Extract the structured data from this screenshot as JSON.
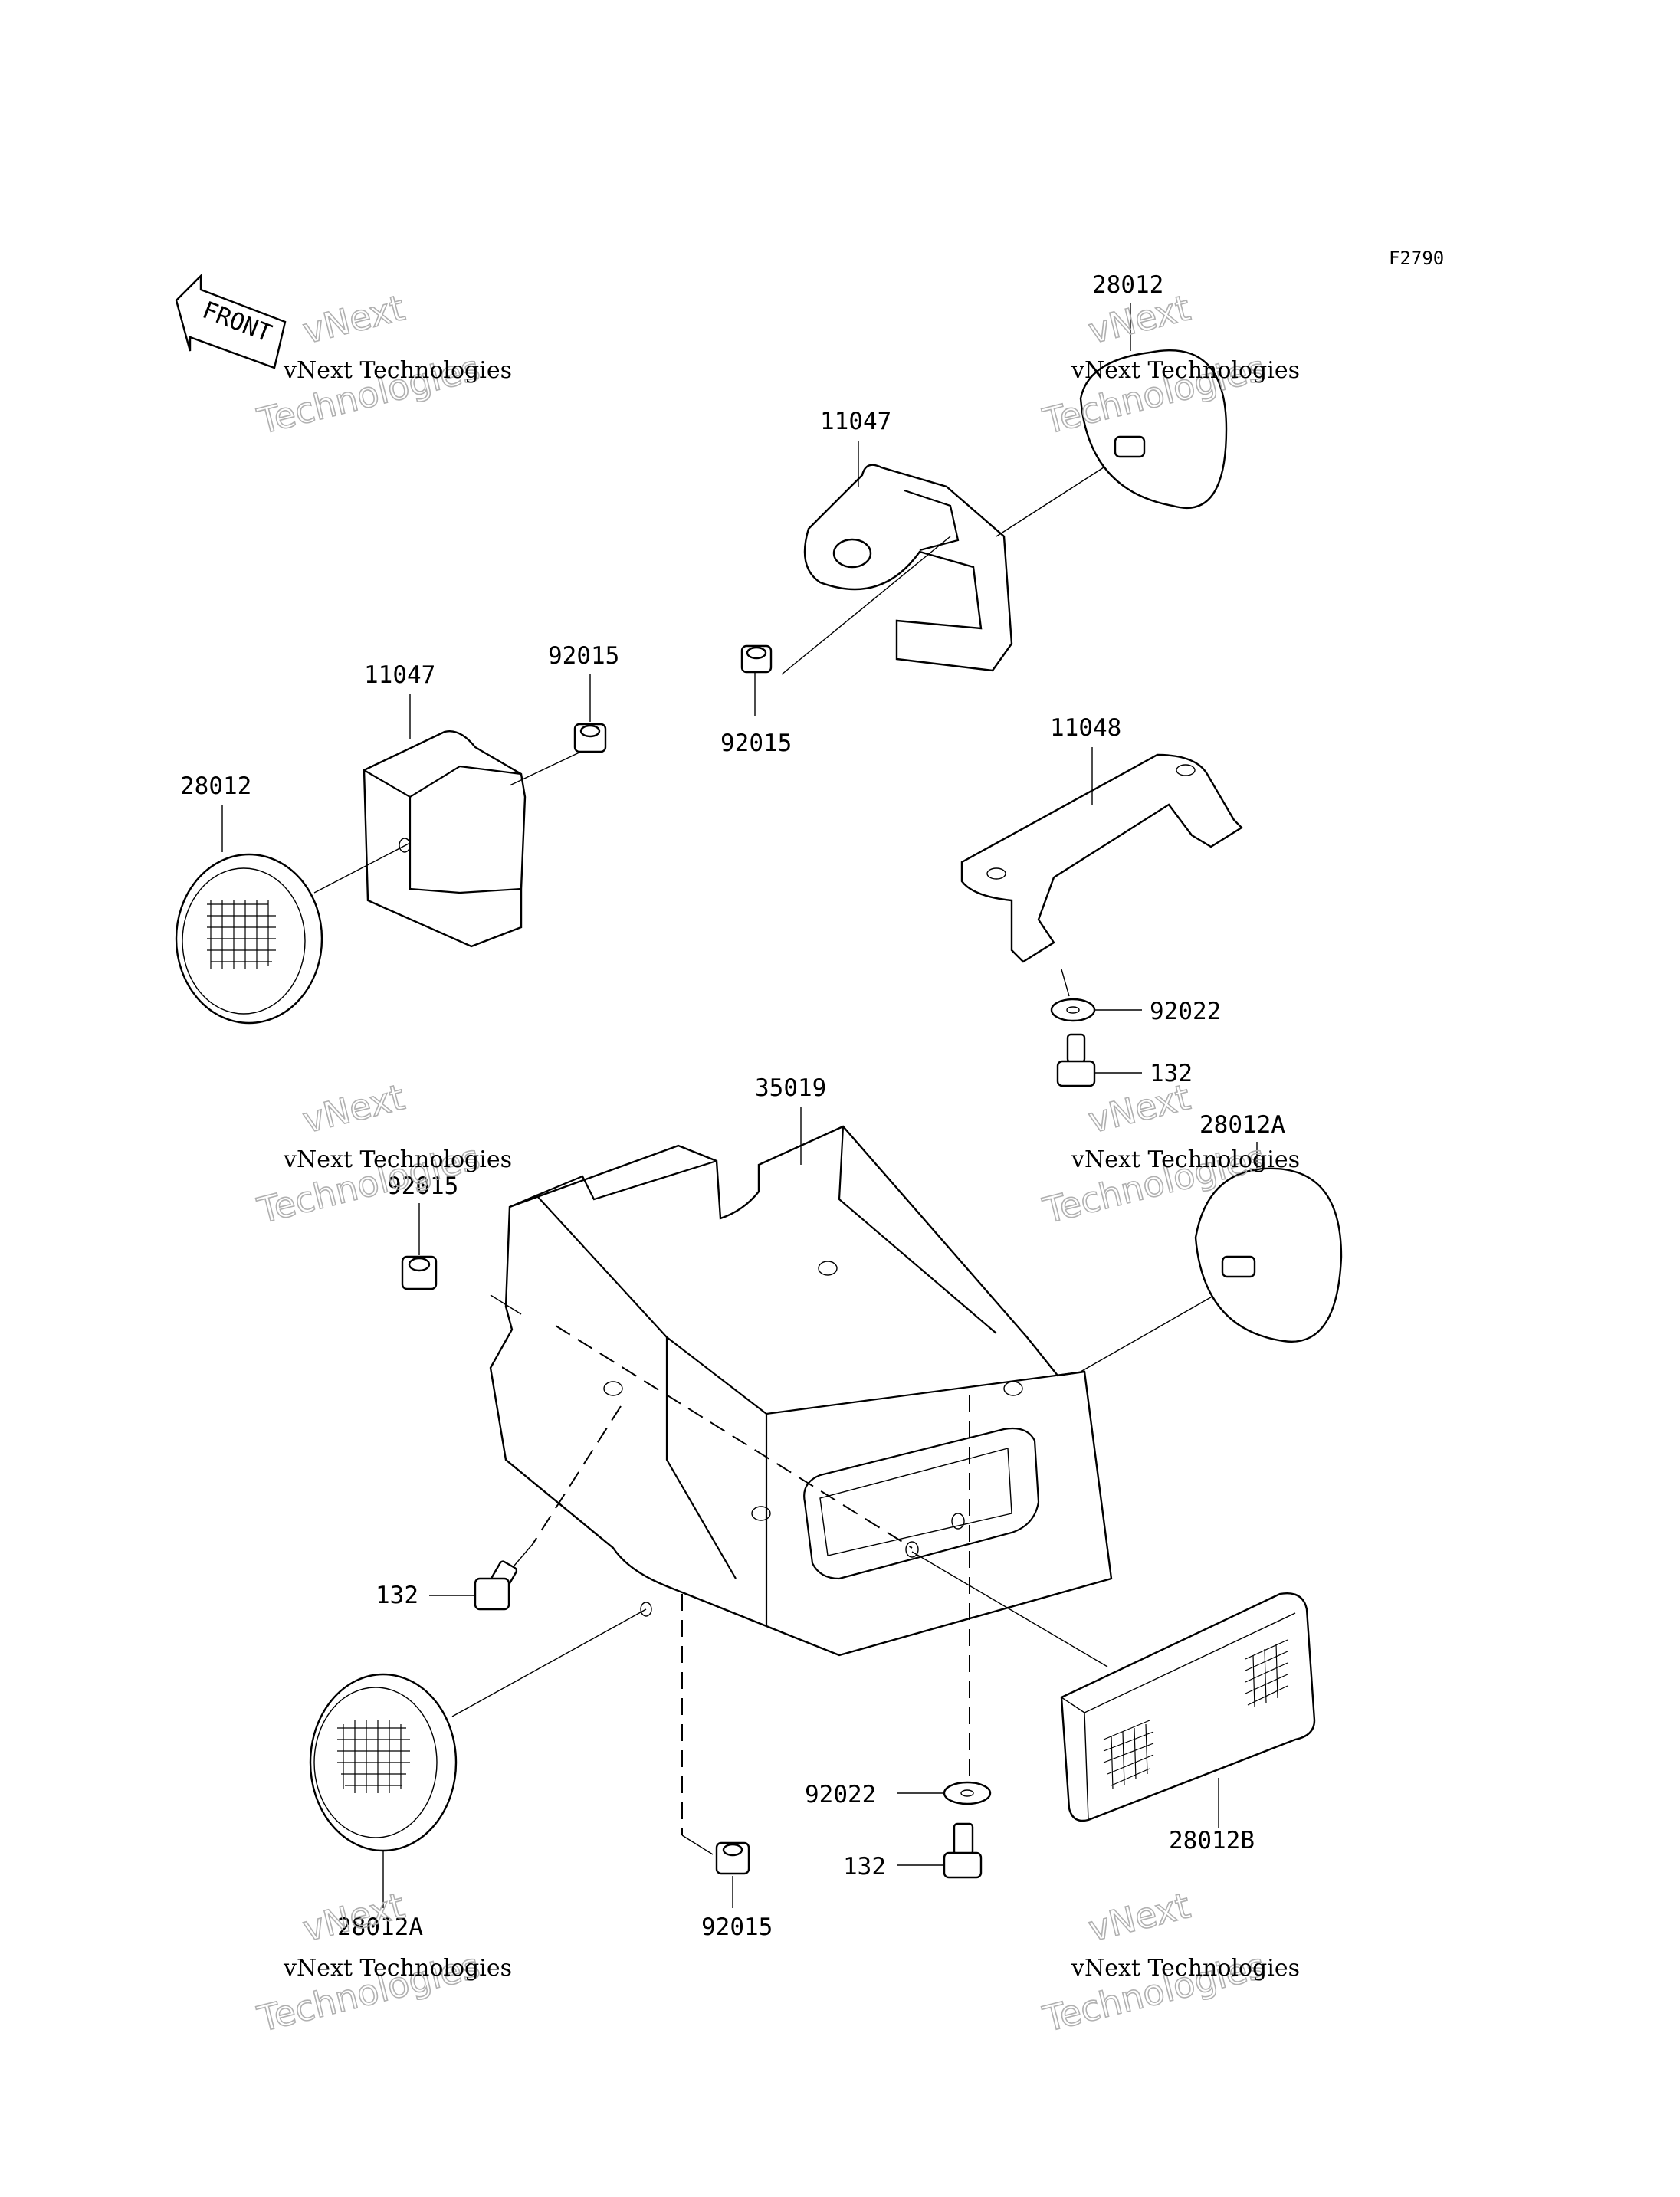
{
  "figure_ref": "F2790",
  "front_marker": "FRONT",
  "watermark": {
    "line1": "vNext",
    "line2": "vNext Technologies",
    "line3": "Technologies"
  },
  "callouts": {
    "c1": "28012",
    "c2": "11047",
    "c3": "92015",
    "c4": "11047",
    "c5": "92015",
    "c6": "28012",
    "c7": "11048",
    "c8": "92022",
    "c9": "132",
    "c10": "35019",
    "c11": "28012A",
    "c12": "92015",
    "c13": "132",
    "c14": "92022",
    "c15": "132",
    "c16": "28012B",
    "c17": "92015",
    "c18": "28012A"
  },
  "colors": {
    "line": "#000000",
    "background": "#ffffff",
    "watermark_outline": "#b0b0b0"
  }
}
